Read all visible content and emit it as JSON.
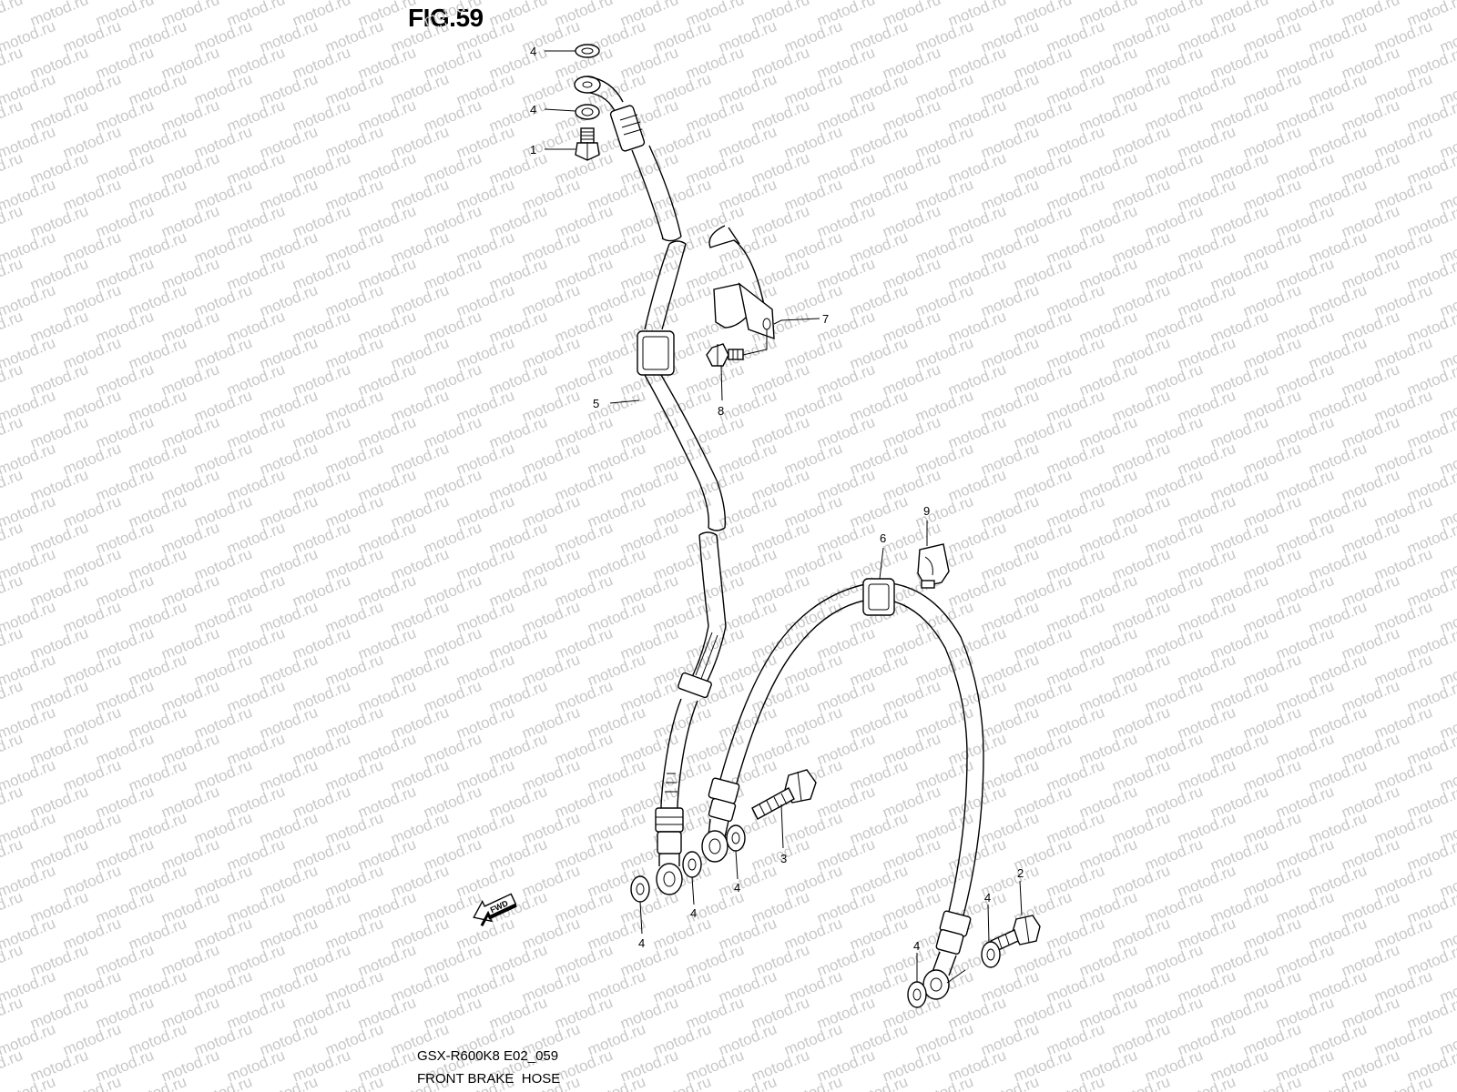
{
  "figure": {
    "title": "FIG.59",
    "code": "GSX-R600K8 E02_059",
    "name": "FRONT BRAKE  HOSE"
  },
  "watermark": "motod.ru",
  "fwd_label": "FWD",
  "callouts": {
    "c4_top_washer": "4",
    "c4_upper_washer": "4",
    "c1_union_bolt": "1",
    "c7_bracket": "7",
    "c8_bolt": "8",
    "c5_hose": "5",
    "c9_clip": "9",
    "c6_hose": "6",
    "c3_union_bolt": "3",
    "c4_mid_washer": "4",
    "c4_left_washer": "4",
    "c4_left2_washer": "4",
    "c2_union_bolt": "2",
    "c4_right_washer": "4",
    "c4_right2_washer": "4"
  }
}
